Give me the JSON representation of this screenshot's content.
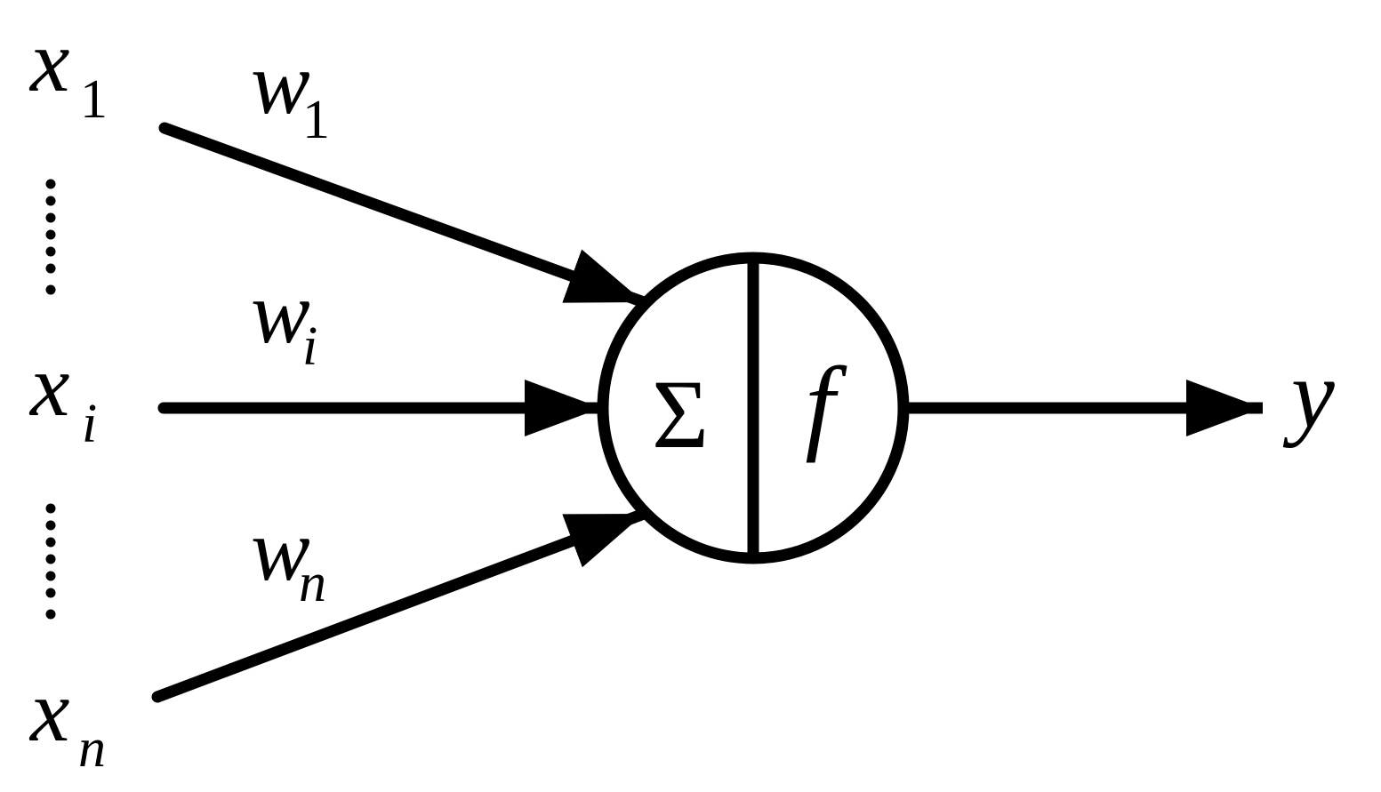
{
  "neuron": {
    "inputs": [
      {
        "var": "x",
        "sub": "1"
      },
      {
        "var": "x",
        "sub": "i"
      },
      {
        "var": "x",
        "sub": "n"
      }
    ],
    "weights": [
      {
        "var": "w",
        "sub": "1"
      },
      {
        "var": "w",
        "sub": "i"
      },
      {
        "var": "w",
        "sub": "n"
      }
    ],
    "summation_symbol": "Σ",
    "activation_symbol": "f",
    "output": "y"
  },
  "colors": {
    "stroke": "#000000",
    "background": "#ffffff"
  }
}
